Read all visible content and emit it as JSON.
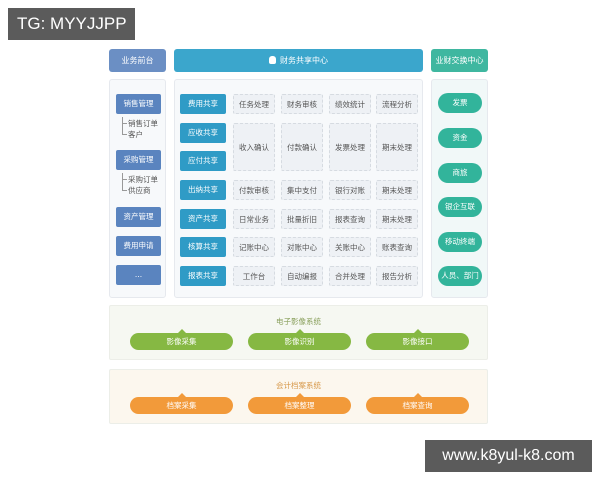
{
  "watermarks": {
    "top_left": "TG: MYYJJPP",
    "bottom_right": "www.k8yul-k8.com"
  },
  "headers": {
    "left": "业务前台",
    "middle": "财务共享中心",
    "middle_icon": "money-bag-icon",
    "right": "业财交换中心"
  },
  "colors": {
    "left_blue": "#5a84bf",
    "mid_blue": "#2f9bc6",
    "teal": "#32b49b",
    "green": "#86b843",
    "orange": "#f29a3a"
  },
  "business_front": {
    "items": [
      {
        "label": "销售管理",
        "children": [
          "销售订单",
          "客户"
        ]
      },
      {
        "label": "采购管理",
        "children": [
          "采购订单",
          "供应商"
        ]
      },
      {
        "label": "资产管理"
      },
      {
        "label": "费用申请"
      },
      {
        "label": "..."
      }
    ]
  },
  "shared_center": {
    "rows": [
      {
        "category": "费用共享",
        "cells": [
          "任务处理",
          "财务审核",
          "绩效统计",
          "流程分析"
        ]
      },
      {
        "category": "应收共享"
      },
      {
        "category": "应付共享"
      },
      {
        "category": "出纳共享",
        "cells": [
          "付款审核",
          "集中支付",
          "银行对账",
          "期末处理"
        ]
      },
      {
        "category": "资产共享",
        "cells": [
          "日常业务",
          "批量折旧",
          "报表查询",
          "期末处理"
        ]
      },
      {
        "category": "核算共享",
        "cells": [
          "记账中心",
          "对账中心",
          "关账中心",
          "账表查询"
        ]
      },
      {
        "category": "报表共享",
        "cells": [
          "工作台",
          "自动编报",
          "合并处理",
          "报告分析"
        ]
      }
    ],
    "merged_cells": [
      "收入确认",
      "付款确认",
      "发票处理",
      "期末处理"
    ]
  },
  "exchange_center": {
    "items": [
      "发票",
      "资金",
      "商旅",
      "银企互联",
      "移动终端",
      "人员、部门"
    ]
  },
  "image_system": {
    "title": "电子影像系统",
    "items": [
      "影像采集",
      "影像识别",
      "影像接口"
    ]
  },
  "archive_system": {
    "title": "会计档案系统",
    "items": [
      "档案采集",
      "档案整理",
      "档案查询"
    ]
  }
}
